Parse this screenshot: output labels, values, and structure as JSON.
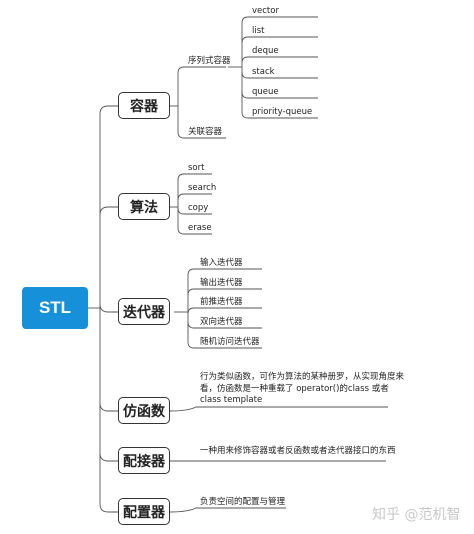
{
  "root": {
    "label": "STL"
  },
  "categories": [
    {
      "label": "容器",
      "groups": [
        {
          "label": "序列式容器",
          "items": [
            "vector",
            "list",
            "deque",
            "stack",
            "queue",
            "priority-queue"
          ]
        },
        {
          "label": "关联容器",
          "items": []
        }
      ]
    },
    {
      "label": "算法",
      "items": [
        "sort",
        "search",
        "copy",
        "erase"
      ]
    },
    {
      "label": "迭代器",
      "items": [
        "输入迭代器",
        "输出迭代器",
        "前推迭代器",
        "双向迭代器",
        "随机访问迭代器"
      ]
    },
    {
      "label": "仿函数",
      "desc": "行为类似函数，可作为算法的某种册罗，从实现角度来看，仿函数是一种重载了 operator()的class 或者 class template"
    },
    {
      "label": "配接器",
      "desc": "一种用来修饰容器或者反函数或者迭代器接口的东西"
    },
    {
      "label": "配置器",
      "desc": "负责空间的配置与管理"
    }
  ],
  "watermark": "知乎 @范机智",
  "colors": {
    "root_fill": "#1690d8",
    "line": "#555555"
  }
}
